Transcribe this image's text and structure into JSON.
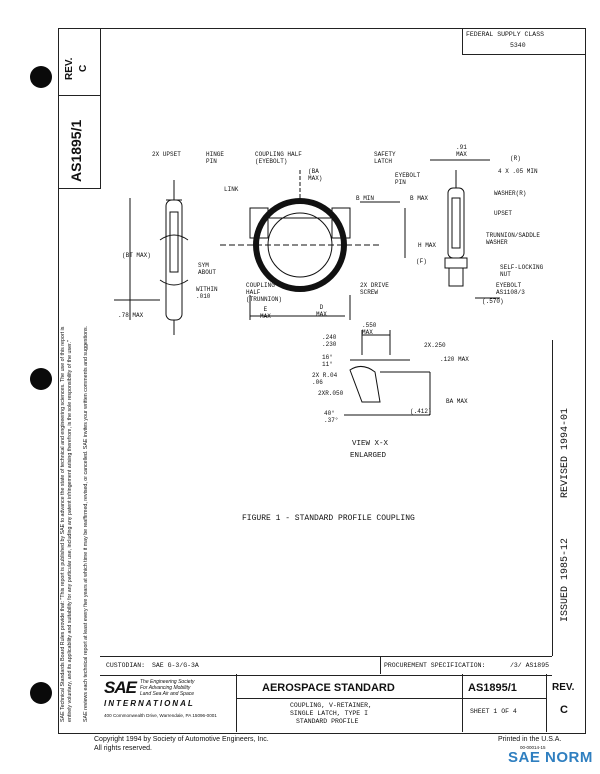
{
  "doc": {
    "number": "AS1895/1",
    "rev_label": "REV.",
    "rev": "C",
    "federal_class_label": "FEDERAL SUPPLY CLASS",
    "federal_class": "5340",
    "left_notice_1": "SAE Technical Standards Board Rules provide that: \"This report is published by SAE to advance the state of technical and engineering sciences. The use of this report is",
    "left_notice_2": "entirely voluntary, and its applicability and suitability for any particular use, including any patent infringement arising therefrom, is the sole responsibility of the user.\"",
    "left_notice_3": "SAE reviews each technical report at least every five years at which time it may be reaffirmed, revised, or cancelled. SAE invites your written comments and suggestions.",
    "issued": "ISSUED   1985-12",
    "revised": "REVISED  1994-01"
  },
  "figure": {
    "caption": "FIGURE 1 - STANDARD PROFILE COUPLING",
    "view_title": "VIEW X-X",
    "view_sub": "ENLARGED",
    "labels": {
      "upset2x": "2X UPSET",
      "hinge_pin": "HINGE\nPIN",
      "link": "LINK",
      "coupling_half_eyebolt": "COUPLING HALF\n(EYEBOLT)",
      "safety_latch": "SAFETY\nLATCH",
      "eyebolt_pin": "EYEBOLT\nPIN",
      "b_max": "B MAX",
      "b_min": "B MIN",
      "h_max": "H MAX",
      "bt_max": "(BT MAX)",
      "sym_about": "SYM\nABOUT",
      "within": "WITHIN\n.010",
      "coupling_half_trunnion": "COUPLING\nHALF\n(TRUNNION)",
      "drive_screw": "2X DRIVE\nSCREW",
      "dim_78": ".78 MAX",
      "e_max": "E\nMAX",
      "d_max": "D\nMAX",
      "ba_max": "(BA\nMAX)",
      "dim_91": ".91\nMAX",
      "r": "(R)",
      "r_chk": "4 X .05 MIN",
      "washer_r": "WASHER(R)",
      "upset": "UPSET",
      "trunnion_washer": "TRUNNION/SADDLE\nWASHER",
      "self_locking": "SELF-LOCKING\nNUT",
      "eyebolt_std": "EYEBOLT\nAS1108/3",
      "dim_570": "(.570)",
      "f": "(F)",
      "dim_550": ".550\nMAX",
      "dim_240": ".240\n.230",
      "deg_16": "16°\n11°",
      "r_04": "2X R.04\n.06",
      "r_050": "2XR.050",
      "r_250": "2X.250",
      "dim_120": ".120 MAX",
      "deg_40": "40°\n.37°",
      "dim_412": "(.412)",
      "ba_max2": "BA MAX"
    }
  },
  "title_block": {
    "custodian_label": "CUSTODIAN:",
    "custodian": "SAE G-3/G-3A",
    "procurement_label": "PROCUREMENT SPECIFICATION:",
    "procurement": "/3/  AS1895",
    "sae_logo": "SAE",
    "sae_tag_1": "The Engineering Society",
    "sae_tag_2": "For Advancing Mobility",
    "sae_tag_3": "Land Sea Air and Space",
    "sae_international": "INTERNATIONAL",
    "sae_address": "400 Commonwealth Drive, Warrendale, PA 15096-0001",
    "std_title": "AEROSPACE STANDARD",
    "desc_1": "COUPLING, V-RETAINER,",
    "desc_2": "SINGLE LATCH, TYPE I",
    "desc_3": "STANDARD PROFILE",
    "doc_no": "AS1895/1",
    "rev_label": "REV.",
    "rev": "C",
    "sheet": "SHEET 1 OF 4"
  },
  "footer": {
    "copyright_1": "Copyright 1994   by Society of Automotive Engineers, Inc.",
    "copyright_2": "All rights reserved.",
    "printed": "Printed in the U.S.A.",
    "watermark": "SAE NORM",
    "tiny_no": "00-00014-15"
  },
  "colors": {
    "ink": "#111111",
    "watermark": "#2f7fc0"
  }
}
